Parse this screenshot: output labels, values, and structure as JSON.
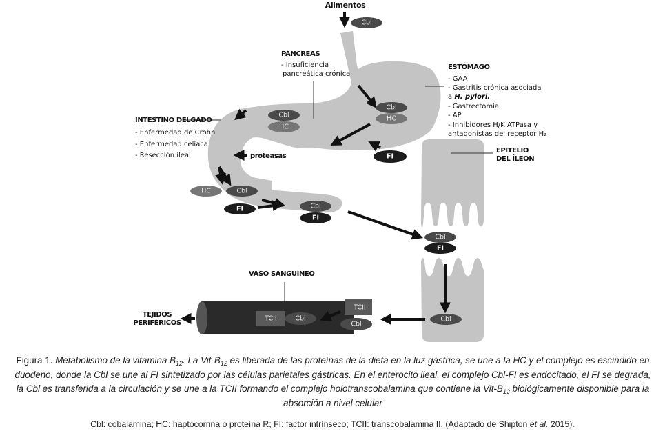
{
  "diagram": {
    "food_label": "Alimentos",
    "pancreas": {
      "title": "PÁNCREAS",
      "items": [
        "- Insuficiencia",
        "pancreática crónica"
      ]
    },
    "stomach": {
      "title": "ESTÓMAGO",
      "items": [
        "- GAA",
        "- Gastritis crónica asociada",
        "a ",
        "H. pylori.",
        "- Gastrectomía",
        "- AP",
        "- Inhibidores H/K ATPasa y",
        "antagonistas del receptor H₂"
      ]
    },
    "small_intestine": {
      "title": "INTESTINO DELGADO",
      "items": [
        "- Enfermedad de Crohn",
        "- Enfermedad celíaca",
        "- Resección ileal"
      ]
    },
    "proteases_label": "proteasas",
    "ileum_epithelium": [
      "EPITELIO",
      "DEL ÍLEON"
    ],
    "blood_vessel_label": "VASO SANGUÍNEO",
    "peripheral_tissues": [
      "TEJIDOS",
      "PERIFÉRICOS"
    ],
    "molecules": {
      "cbl": "Cbl",
      "hc": "HC",
      "fi": "FI",
      "tcii": "TCII"
    },
    "colors": {
      "organ_gray": "#c4c4c4",
      "cbl_fill": "#4a4a4a",
      "hc_fill": "#767676",
      "fi_fill": "#1c1c1c",
      "vessel_fill": "#2a2a2a",
      "tcii_fill": "#5a5a5a"
    }
  },
  "caption": {
    "fig_label": "Figura 1. ",
    "t1": "Metabolismo de la vitamina B",
    "sub12": "12",
    "t2": ". La Vit-B",
    "t3": " es liberada de las proteínas de la dieta en la luz gástrica, se une a la HC y el complejo es escindido en duodeno, donde la Cbl se une al FI sintetizado por las células parietales gástricas. En el enterocito ileal, el complejo Cbl-FI es endocitado, el FI se degrada, la Cbl es transferida a la circulación y se une a la TCII formando el complejo holotranscobalamina que contiene la Vit-B",
    "t4": " biológicamente disponible para la absorción a nivel celular"
  },
  "abbreviations": {
    "text": "Cbl: cobalamina; HC: haptocorrina o proteína R; FI: factor intrínseco; TCII: transcobalamina II. (Adaptado de Shipton ",
    "etal": "et al.",
    "year": " 2015)."
  }
}
